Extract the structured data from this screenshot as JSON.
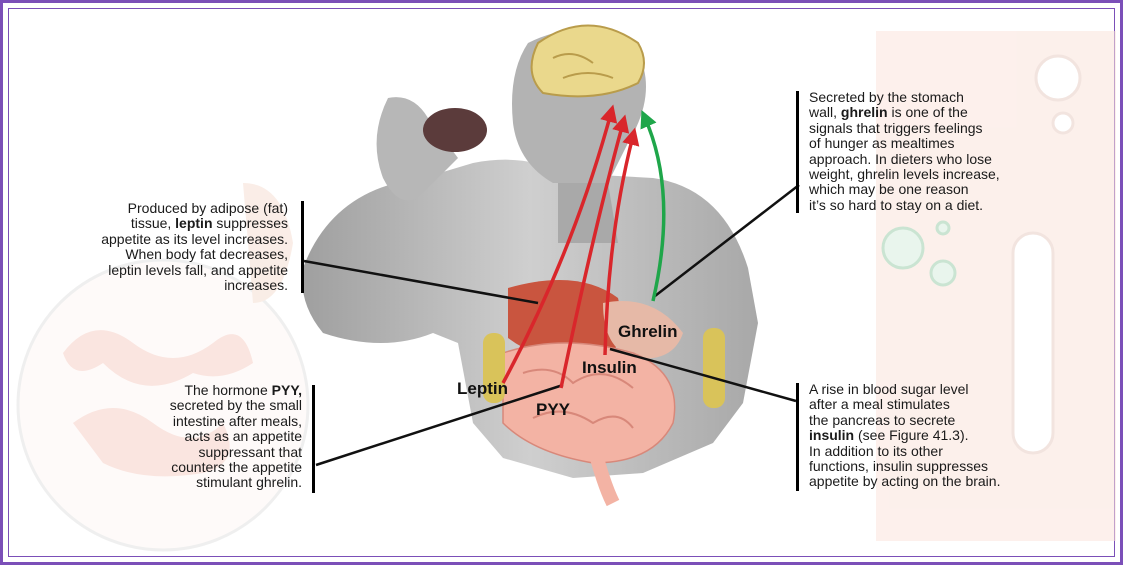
{
  "hormones": {
    "leptin": "Leptin",
    "ghrelin": "Ghrelin",
    "insulin": "Insulin",
    "pyy": "PYY"
  },
  "captions": {
    "ghrelin": [
      "Secreted by the stomach",
      "wall, ",
      "ghrelin",
      " is one of the",
      "signals that triggers feelings",
      "of hunger as mealtimes",
      "approach. In dieters who lose",
      "weight, ghrelin levels increase,",
      "which may be one reason",
      "it’s so hard to stay on a diet."
    ],
    "leptin": [
      "Produced by adipose (fat)",
      "tissue, ",
      "leptin",
      " suppresses",
      "appetite as its level increases.",
      "When body fat decreases,",
      "leptin levels fall, and appetite",
      "increases."
    ],
    "pyy": [
      "The hormone ",
      "PYY",
      ",",
      "secreted by the small",
      "intestine after meals,",
      "acts as an appetite",
      "suppressant that",
      "counters the appetite",
      "stimulant ghrelin."
    ],
    "insulin": [
      "A rise in blood sugar level",
      "after a meal stimulates",
      "the pancreas to secrete",
      "insulin",
      " (see Figure 41.3).",
      "In addition to its other",
      "functions, insulin suppresses",
      "appetite by acting on the brain."
    ]
  },
  "colors": {
    "frame": "#7b4fb8",
    "appetite_suppressant_arrow": "#d9262b",
    "appetite_stimulant_arrow": "#1fa64a",
    "skin": "#b9b9b9",
    "brain": "#e8d58a",
    "intestine": "#f2b7a8"
  }
}
